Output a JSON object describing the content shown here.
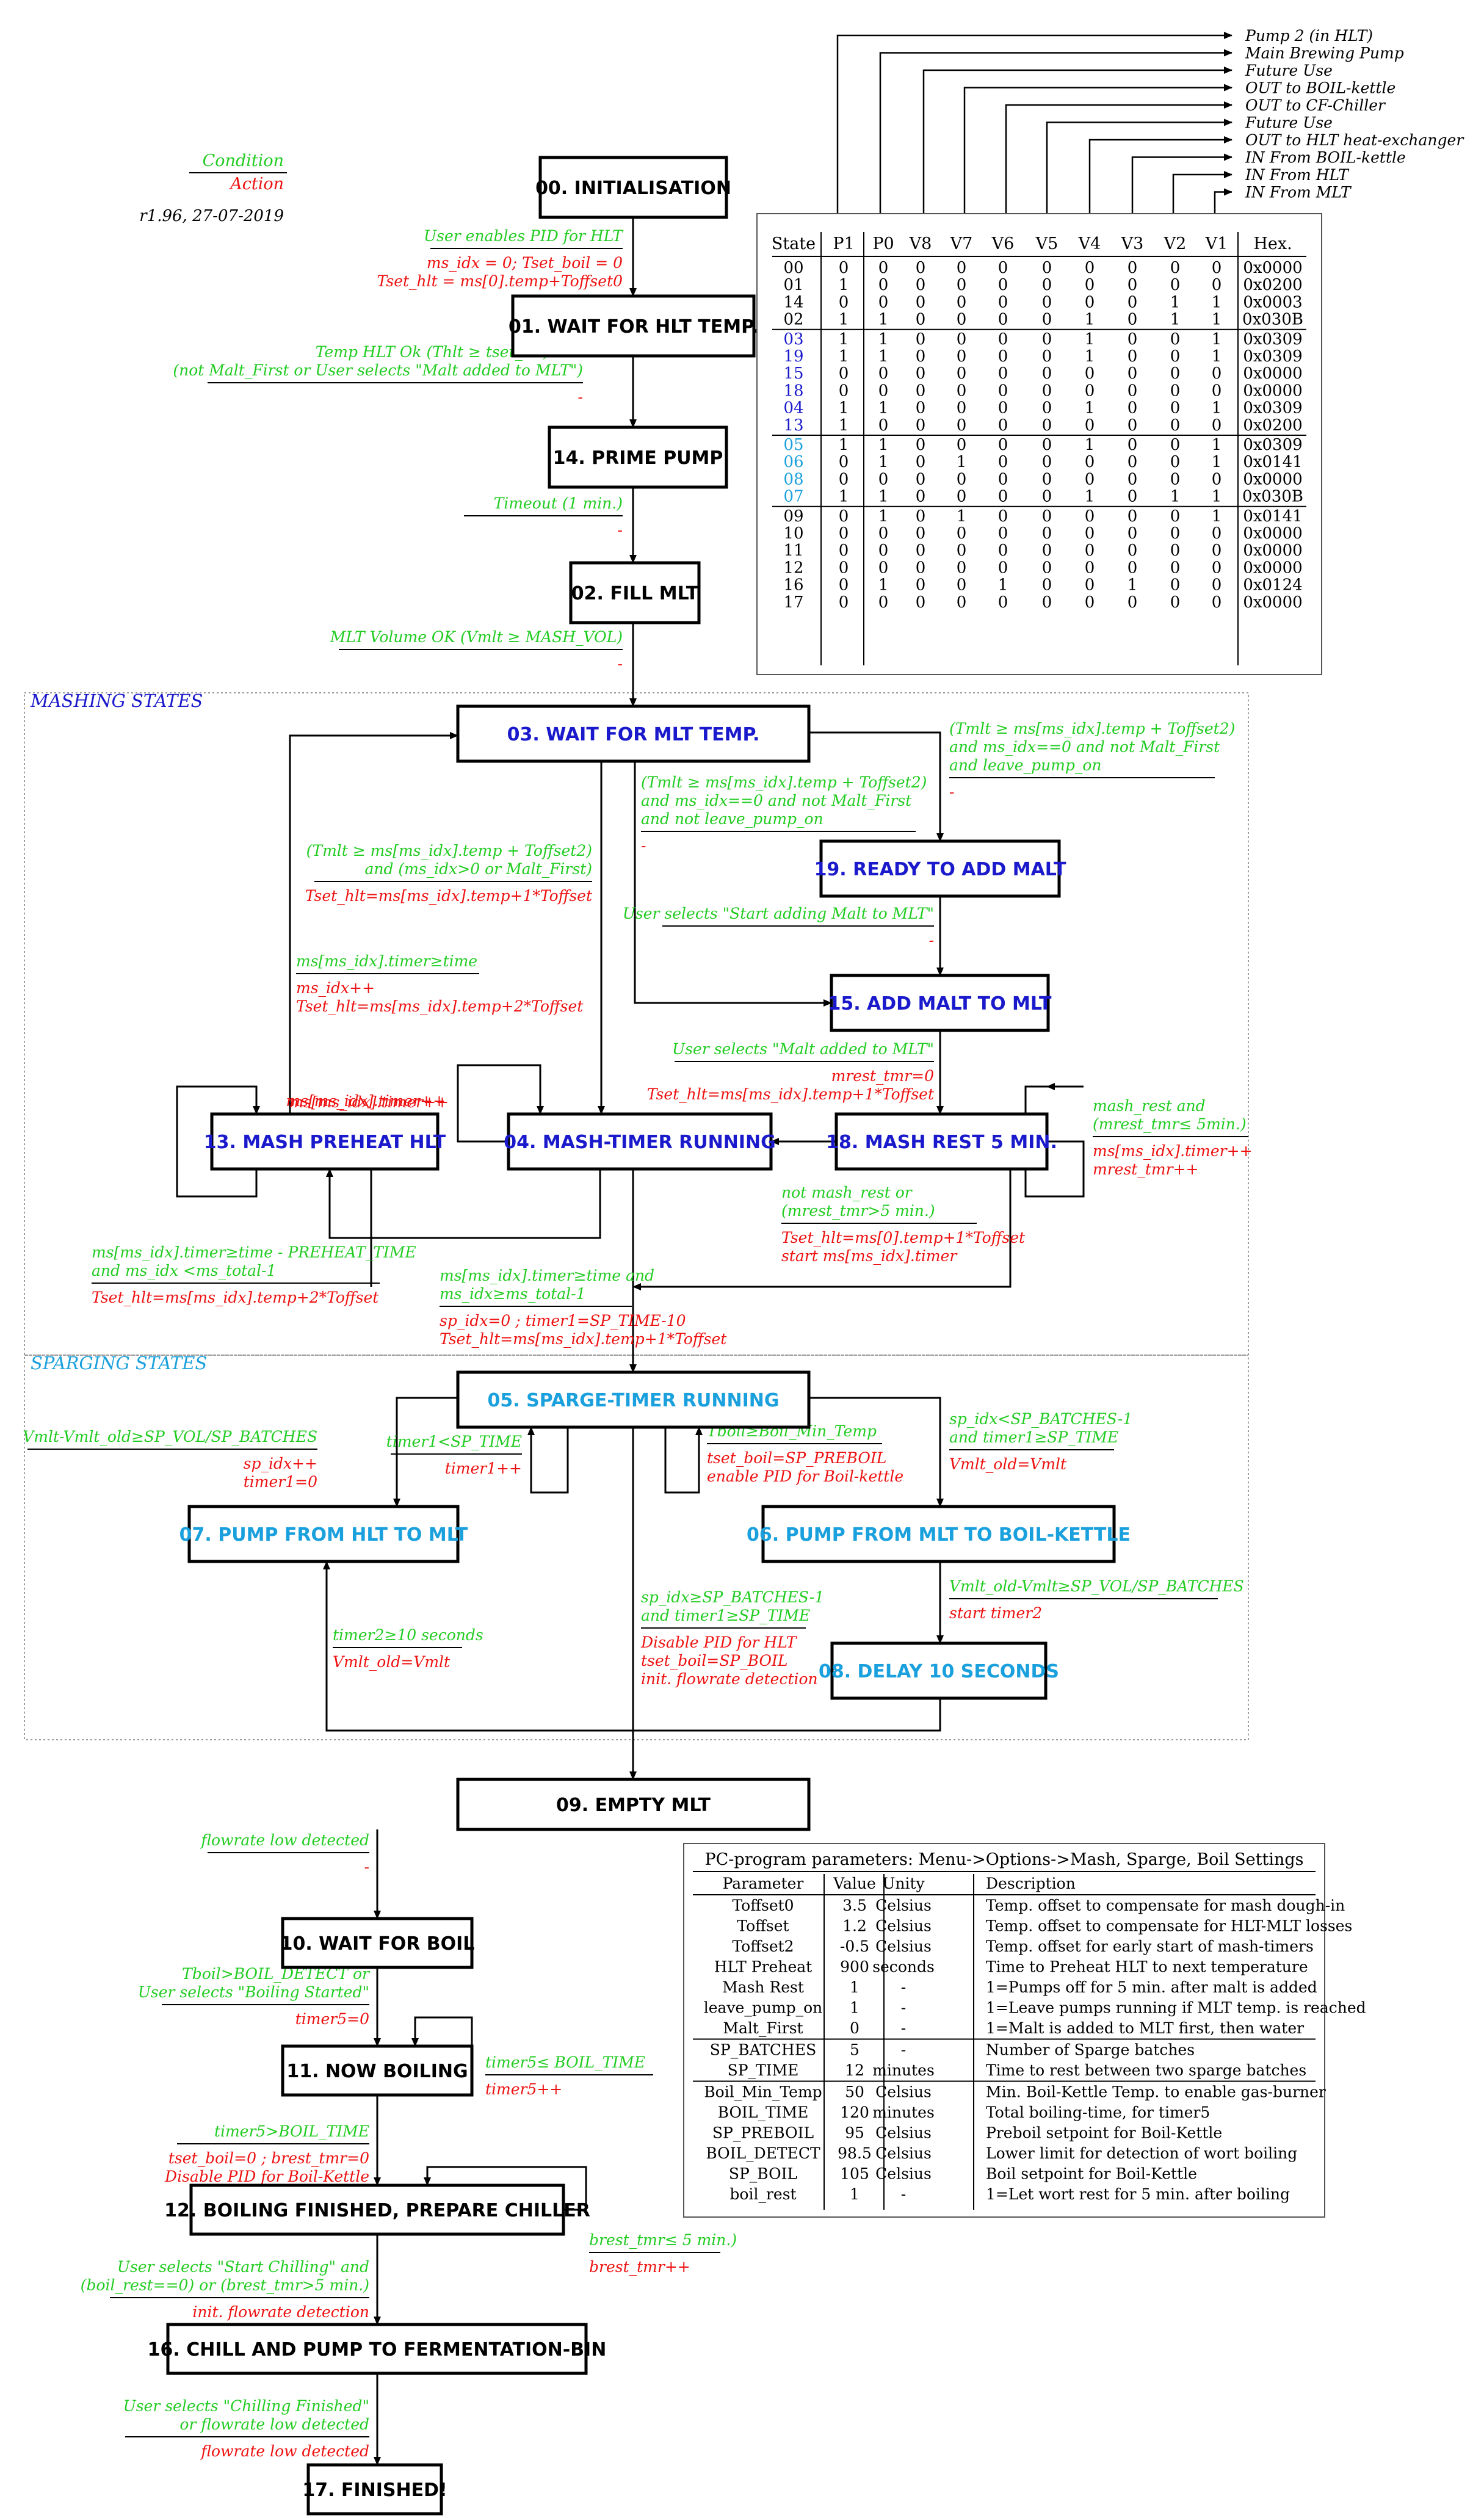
{
  "legend": {
    "condition": "Condition",
    "action": "Action",
    "version": "r1.96, 27-07-2019"
  },
  "regions": {
    "mashing": "MASHING STATES",
    "sparging": "SPARGING STATES"
  },
  "colors": {
    "condition": "#22cc22",
    "action": "#ee1111",
    "mash_state": "#1a1acc",
    "sparge_state": "#1aa0dd",
    "black": "#000000",
    "region_border": "#999999"
  },
  "signals": [
    "Pump 2 (in HLT)",
    "Main Brewing Pump",
    "Future Use",
    "OUT to BOIL-kettle",
    "OUT to CF-Chiller",
    "Future Use",
    "OUT to HLT heat-exchanger",
    "IN From BOIL-kettle",
    "IN From HLT",
    "IN From MLT"
  ],
  "states": [
    {
      "id": "s00",
      "label": "00. INITIALISATION",
      "group": "main"
    },
    {
      "id": "s01",
      "label": "01. WAIT FOR HLT TEMP.",
      "group": "main"
    },
    {
      "id": "s14",
      "label": "14. PRIME PUMP",
      "group": "main"
    },
    {
      "id": "s02",
      "label": "02. FILL MLT",
      "group": "main"
    },
    {
      "id": "s03",
      "label": "03. WAIT FOR MLT TEMP.",
      "group": "mash"
    },
    {
      "id": "s19",
      "label": "19. READY TO ADD MALT",
      "group": "mash"
    },
    {
      "id": "s15",
      "label": "15. ADD MALT TO MLT",
      "group": "mash"
    },
    {
      "id": "s13",
      "label": "13. MASH PREHEAT HLT",
      "group": "mash"
    },
    {
      "id": "s04",
      "label": "04. MASH-TIMER RUNNING",
      "group": "mash"
    },
    {
      "id": "s18",
      "label": "18. MASH REST 5 MIN.",
      "group": "mash"
    },
    {
      "id": "s05",
      "label": "05. SPARGE-TIMER RUNNING",
      "group": "sparge"
    },
    {
      "id": "s07",
      "label": "07. PUMP FROM HLT TO MLT",
      "group": "sparge"
    },
    {
      "id": "s06",
      "label": "06. PUMP FROM MLT TO BOIL-KETTLE",
      "group": "sparge"
    },
    {
      "id": "s08",
      "label": "08. DELAY 10 SECONDS",
      "group": "sparge"
    },
    {
      "id": "s09",
      "label": "09. EMPTY MLT",
      "group": "main"
    },
    {
      "id": "s10",
      "label": "10. WAIT FOR BOIL",
      "group": "main"
    },
    {
      "id": "s11",
      "label": "11. NOW BOILING",
      "group": "main"
    },
    {
      "id": "s12",
      "label": "12. BOILING FINISHED, PREPARE CHILLER",
      "group": "main"
    },
    {
      "id": "s16",
      "label": "16. CHILL AND PUMP TO FERMENTATION-BIN",
      "group": "main"
    },
    {
      "id": "s17",
      "label": "17. FINISHED!",
      "group": "main"
    }
  ],
  "transitions": [
    {
      "id": "t00_01",
      "cond": [
        "User enables PID for HLT"
      ],
      "act": [
        "ms_idx = 0; Tset_boil = 0",
        "Tset_hlt = ms[0].temp+Toffset0"
      ]
    },
    {
      "id": "t01_14",
      "cond": [
        "Temp HLT Ok (Thlt ≥ tset_hlt) and",
        "(not Malt_First or User selects \"Malt added to MLT\")"
      ],
      "act": [
        "-"
      ]
    },
    {
      "id": "t14_02",
      "cond": [
        "Timeout (1 min.)"
      ],
      "act": [
        "-"
      ]
    },
    {
      "id": "t02_03",
      "cond": [
        "MLT Volume OK (Vmlt ≥ MASH_VOL)"
      ],
      "act": [
        "-"
      ]
    },
    {
      "id": "t03_19",
      "cond": [
        "(Tmlt ≥ ms[ms_idx].temp + Toffset2)",
        "and ms_idx==0 and not Malt_First",
        "and leave_pump_on"
      ],
      "act": [
        "-"
      ]
    },
    {
      "id": "t03_15",
      "cond": [
        "(Tmlt ≥ ms[ms_idx].temp + Toffset2)",
        "and ms_idx==0 and not Malt_First",
        "and not leave_pump_on"
      ],
      "act": [
        "-"
      ]
    },
    {
      "id": "t03_04",
      "cond": [
        "(Tmlt ≥ ms[ms_idx].temp + Toffset2)",
        "and (ms_idx>0 or Malt_First)"
      ],
      "act": [
        "Tset_hlt=ms[ms_idx].temp+1*Toffset"
      ]
    },
    {
      "id": "t19_15",
      "cond": [
        "User selects \"Start adding Malt to MLT\""
      ],
      "act": [
        "-"
      ]
    },
    {
      "id": "t15_18",
      "cond": [
        "User selects \"Malt added to MLT\""
      ],
      "act": [
        "mrest_tmr=0",
        "Tset_hlt=ms[ms_idx].temp+1*Toffset"
      ]
    },
    {
      "id": "t13_03",
      "cond": [
        "ms[ms_idx].timer≥time"
      ],
      "act": [
        "ms_idx++",
        "Tset_hlt=ms[ms_idx].temp+2*Toffset"
      ]
    },
    {
      "id": "t13_self",
      "cond": [],
      "act": [
        "ms[ms_idx].timer++"
      ]
    },
    {
      "id": "t04_self",
      "cond": [],
      "act": [
        "ms[ms_idx].timer++"
      ]
    },
    {
      "id": "t18_self",
      "cond": [
        "mash_rest and",
        "(mrest_tmr≤ 5min.)"
      ],
      "act": [
        "ms[ms_idx].timer++",
        "mrest_tmr++"
      ]
    },
    {
      "id": "t18_04",
      "cond": [
        "not mash_rest or",
        "(mrest_tmr>5 min.)"
      ],
      "act": [
        "Tset_hlt=ms[0].temp+1*Toffset",
        "start ms[ms_idx].timer"
      ]
    },
    {
      "id": "t04_13",
      "cond": [
        "ms[ms_idx].timer≥time - PREHEAT_TIME",
        "and ms_idx <ms_total-1"
      ],
      "act": [
        "Tset_hlt=ms[ms_idx].temp+2*Toffset"
      ]
    },
    {
      "id": "t04_05",
      "cond": [
        "ms[ms_idx].timer≥time and",
        "ms_idx≥ms_total-1"
      ],
      "act": [
        "sp_idx=0 ; timer1=SP_TIME-10",
        "Tset_hlt=ms[ms_idx].temp+1*Toffset"
      ]
    },
    {
      "id": "t05_07",
      "cond": [
        "Vmlt-Vmlt_old≥SP_VOL/SP_BATCHES"
      ],
      "act": [
        "sp_idx++",
        "timer1=0"
      ]
    },
    {
      "id": "t05_self1",
      "cond": [
        "timer1<SP_TIME"
      ],
      "act": [
        "timer1++"
      ]
    },
    {
      "id": "t05_self2",
      "cond": [
        "Tboil≥Boil_Min_Temp"
      ],
      "act": [
        "tset_boil=SP_PREBOIL",
        "enable PID for Boil-kettle"
      ]
    },
    {
      "id": "t05_06",
      "cond": [
        "sp_idx<SP_BATCHES-1",
        "and timer1≥SP_TIME"
      ],
      "act": [
        "Vmlt_old=Vmlt"
      ]
    },
    {
      "id": "t07_05",
      "cond": [
        "timer2≥10 seconds"
      ],
      "act": [
        "Vmlt_old=Vmlt"
      ]
    },
    {
      "id": "t06_08",
      "cond": [
        "Vmlt_old-Vmlt≥SP_VOL/SP_BATCHES"
      ],
      "act": [
        "start timer2"
      ]
    },
    {
      "id": "t05_09",
      "cond": [
        "sp_idx≥SP_BATCHES-1",
        "and timer1≥SP_TIME"
      ],
      "act": [
        "Disable PID for HLT",
        "tset_boil=SP_BOIL",
        "init. flowrate detection"
      ]
    },
    {
      "id": "t09_10",
      "cond": [
        "flowrate low detected"
      ],
      "act": [
        "-"
      ]
    },
    {
      "id": "t10_11",
      "cond": [
        "Tboil>BOIL_DETECT or",
        "User selects \"Boiling Started\""
      ],
      "act": [
        "timer5=0"
      ]
    },
    {
      "id": "t11_self",
      "cond": [
        "timer5≤ BOIL_TIME"
      ],
      "act": [
        "timer5++"
      ]
    },
    {
      "id": "t11_12",
      "cond": [
        "timer5>BOIL_TIME"
      ],
      "act": [
        "tset_boil=0 ; brest_tmr=0",
        "Disable PID for Boil-Kettle"
      ]
    },
    {
      "id": "t12_self",
      "cond": [
        "brest_tmr≤ 5 min.)"
      ],
      "act": [
        "brest_tmr++"
      ]
    },
    {
      "id": "t12_16",
      "cond": [
        "User selects \"Start Chilling\" and",
        "(boil_rest==0) or (brest_tmr>5 min.)"
      ],
      "act": [
        "init. flowrate detection"
      ]
    },
    {
      "id": "t16_17",
      "cond": [
        "User selects \"Chilling Finished\"",
        "or flowrate low detected"
      ],
      "act": [
        "flowrate low detected"
      ]
    }
  ],
  "state_table": {
    "headers": [
      "State",
      "P1",
      "P0",
      "V8",
      "V7",
      "V6",
      "V5",
      "V4",
      "V3",
      "V2",
      "V1",
      "Hex."
    ],
    "groups": [
      [
        {
          "state": "00",
          "bits": [
            "0",
            "0",
            "0",
            "0",
            "0",
            "0",
            "0",
            "0",
            "0",
            "0"
          ],
          "hex": "0x0000",
          "color": "black"
        },
        {
          "state": "01",
          "bits": [
            "1",
            "0",
            "0",
            "0",
            "0",
            "0",
            "0",
            "0",
            "0",
            "0"
          ],
          "hex": "0x0200",
          "color": "black"
        },
        {
          "state": "14",
          "bits": [
            "0",
            "0",
            "0",
            "0",
            "0",
            "0",
            "0",
            "0",
            "1",
            "1"
          ],
          "hex": "0x0003",
          "color": "black"
        },
        {
          "state": "02",
          "bits": [
            "1",
            "1",
            "0",
            "0",
            "0",
            "0",
            "1",
            "0",
            "1",
            "1"
          ],
          "hex": "0x030B",
          "color": "black"
        }
      ],
      [
        {
          "state": "03",
          "bits": [
            "1",
            "1",
            "0",
            "0",
            "0",
            "0",
            "1",
            "0",
            "0",
            "1"
          ],
          "hex": "0x0309",
          "color": "mash"
        },
        {
          "state": "19",
          "bits": [
            "1",
            "1",
            "0",
            "0",
            "0",
            "0",
            "1",
            "0",
            "0",
            "1"
          ],
          "hex": "0x0309",
          "color": "mash"
        },
        {
          "state": "15",
          "bits": [
            "0",
            "0",
            "0",
            "0",
            "0",
            "0",
            "0",
            "0",
            "0",
            "0"
          ],
          "hex": "0x0000",
          "color": "mash"
        },
        {
          "state": "18",
          "bits": [
            "0",
            "0",
            "0",
            "0",
            "0",
            "0",
            "0",
            "0",
            "0",
            "0"
          ],
          "hex": "0x0000",
          "color": "mash"
        },
        {
          "state": "04",
          "bits": [
            "1",
            "1",
            "0",
            "0",
            "0",
            "0",
            "1",
            "0",
            "0",
            "1"
          ],
          "hex": "0x0309",
          "color": "mash"
        },
        {
          "state": "13",
          "bits": [
            "1",
            "0",
            "0",
            "0",
            "0",
            "0",
            "0",
            "0",
            "0",
            "0"
          ],
          "hex": "0x0200",
          "color": "mash"
        }
      ],
      [
        {
          "state": "05",
          "bits": [
            "1",
            "1",
            "0",
            "0",
            "0",
            "0",
            "1",
            "0",
            "0",
            "1"
          ],
          "hex": "0x0309",
          "color": "sparge"
        },
        {
          "state": "06",
          "bits": [
            "0",
            "1",
            "0",
            "1",
            "0",
            "0",
            "0",
            "0",
            "0",
            "1"
          ],
          "hex": "0x0141",
          "color": "sparge"
        },
        {
          "state": "08",
          "bits": [
            "0",
            "0",
            "0",
            "0",
            "0",
            "0",
            "0",
            "0",
            "0",
            "0"
          ],
          "hex": "0x0000",
          "color": "sparge"
        },
        {
          "state": "07",
          "bits": [
            "1",
            "1",
            "0",
            "0",
            "0",
            "0",
            "1",
            "0",
            "1",
            "1"
          ],
          "hex": "0x030B",
          "color": "sparge"
        }
      ],
      [
        {
          "state": "09",
          "bits": [
            "0",
            "1",
            "0",
            "1",
            "0",
            "0",
            "0",
            "0",
            "0",
            "1"
          ],
          "hex": "0x0141",
          "color": "black"
        },
        {
          "state": "10",
          "bits": [
            "0",
            "0",
            "0",
            "0",
            "0",
            "0",
            "0",
            "0",
            "0",
            "0"
          ],
          "hex": "0x0000",
          "color": "black"
        },
        {
          "state": "11",
          "bits": [
            "0",
            "0",
            "0",
            "0",
            "0",
            "0",
            "0",
            "0",
            "0",
            "0"
          ],
          "hex": "0x0000",
          "color": "black"
        },
        {
          "state": "12",
          "bits": [
            "0",
            "0",
            "0",
            "0",
            "0",
            "0",
            "0",
            "0",
            "0",
            "0"
          ],
          "hex": "0x0000",
          "color": "black"
        },
        {
          "state": "16",
          "bits": [
            "0",
            "1",
            "0",
            "0",
            "1",
            "0",
            "0",
            "1",
            "0",
            "0"
          ],
          "hex": "0x0124",
          "color": "black"
        },
        {
          "state": "17",
          "bits": [
            "0",
            "0",
            "0",
            "0",
            "0",
            "0",
            "0",
            "0",
            "0",
            "0"
          ],
          "hex": "0x0000",
          "color": "black"
        }
      ]
    ]
  },
  "params_table": {
    "title": "PC-program parameters: Menu->Options->Mash, Sparge, Boil Settings",
    "headers": [
      "Parameter",
      "Value",
      "Unity",
      "Description"
    ],
    "groups": [
      [
        [
          "Toffset0",
          "3.5",
          "Celsius",
          "Temp. offset to compensate for mash dough-in"
        ],
        [
          "Toffset",
          "1.2",
          "Celsius",
          "Temp. offset to compensate for HLT-MLT losses"
        ],
        [
          "Toffset2",
          "-0.5",
          "Celsius",
          "Temp. offset for early start of mash-timers"
        ],
        [
          "HLT Preheat",
          "900",
          "seconds",
          "Time to Preheat HLT to next temperature"
        ],
        [
          "Mash Rest",
          "1",
          "-",
          "1=Pumps off for 5 min. after malt is added"
        ],
        [
          "leave_pump_on",
          "1",
          "-",
          "1=Leave pumps running if MLT temp. is reached"
        ],
        [
          "Malt_First",
          "0",
          "-",
          "1=Malt is added to MLT first, then water"
        ]
      ],
      [
        [
          "SP_BATCHES",
          "5",
          "-",
          "Number of Sparge batches"
        ],
        [
          "SP_TIME",
          "12",
          "minutes",
          "Time to rest between two sparge batches"
        ]
      ],
      [
        [
          "Boil_Min_Temp",
          "50",
          "Celsius",
          "Min. Boil-Kettle Temp. to enable gas-burner"
        ],
        [
          "BOIL_TIME",
          "120",
          "minutes",
          "Total boiling-time, for timer5"
        ],
        [
          "SP_PREBOIL",
          "95",
          "Celsius",
          "Preboil setpoint for Boil-Kettle"
        ],
        [
          "BOIL_DETECT",
          "98.5",
          "Celsius",
          "Lower limit for detection of wort boiling"
        ],
        [
          "SP_BOIL",
          "105",
          "Celsius",
          "Boil setpoint for Boil-Kettle"
        ],
        [
          "boil_rest",
          "1",
          "-",
          "1=Let wort rest for 5 min. after boiling"
        ]
      ]
    ]
  }
}
